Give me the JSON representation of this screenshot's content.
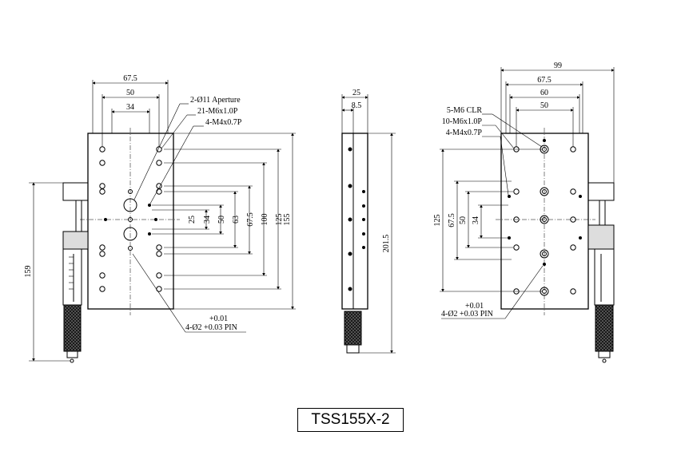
{
  "drawing": {
    "model": "TSS155X-2",
    "left_view": {
      "dims_top": [
        "67.5",
        "50",
        "34"
      ],
      "callouts": [
        "2-Ø11 Aperture",
        "21-M6x1.0P",
        "4-M4x0.7P"
      ],
      "dims_right": [
        "25",
        "34",
        "50",
        "63",
        "67.5",
        "100",
        "125",
        "155"
      ],
      "dim_left": "159",
      "pin_tolerance": "+0.01",
      "pin_callout": "4-Ø2 +0.03 PIN"
    },
    "middle_view": {
      "dims_top": [
        "25",
        "8.5"
      ],
      "dim_right": "201.5"
    },
    "right_view": {
      "dims_top": [
        "99",
        "67.5",
        "60",
        "50"
      ],
      "callouts": [
        "5-M6 CLR",
        "10-M6x1.0P",
        "4-M4x0.7P"
      ],
      "dims_left": [
        "125",
        "67.5",
        "50",
        "34"
      ],
      "pin_tolerance": "+0.01",
      "pin_callout": "4-Ø2 +0.03 PIN"
    }
  }
}
